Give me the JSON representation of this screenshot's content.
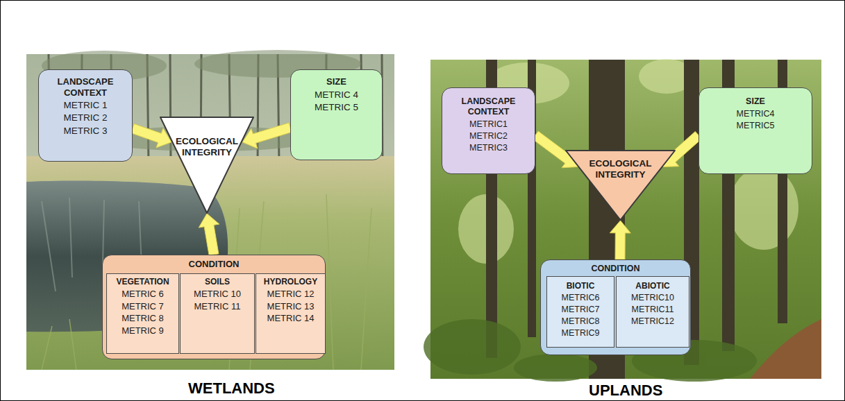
{
  "diagram": {
    "nodes": [
      {
        "text": [
          "LANDSCAPE CONTEXT",
          "METRIC 1",
          "METRIC 2",
          "METRIC 3"
        ]
      },
      {
        "text": [
          "ECOLOGICAL INTEGRITY"
        ]
      },
      {
        "text": [
          "SIZE",
          "METRIC 4",
          "METRIC 5"
        ]
      },
      {
        "text": [
          "CONDITION"
        ]
      },
      {
        "text": [
          "VEGETATION",
          "METRIC 6",
          "METRIC 7",
          "METRIC 8",
          "METRIC 9"
        ],
        "in": 3
      },
      {
        "text": [
          "SOILS",
          "METRIC 10",
          "METRIC 11"
        ],
        "in": 3
      },
      {
        "text": [
          "HYDROLOGY",
          "METRIC 12",
          "METRIC 13",
          "METRIC 14"
        ],
        "in": 3
      },
      {
        "text": [
          "LANDSCAPE CONTEXT",
          "METRIC1",
          "METRIC2",
          "METRIC3"
        ]
      },
      {
        "text": [
          "ECOLOGICAL INTEGRITY"
        ]
      },
      {
        "text": [
          "SIZE",
          "METRIC4",
          "METRIC5"
        ]
      },
      {
        "text": [
          "CONDITION"
        ]
      },
      {
        "text": [
          "BIOTIC",
          "METRIC6",
          "METRIC7",
          "METRIC8",
          "METRIC9"
        ],
        "in": 10
      },
      {
        "text": [
          "ABIOTIC",
          "METRIC10",
          "METRIC11",
          "METRIC12"
        ],
        "in": 10
      }
    ],
    "edges": [
      {
        "from": 0,
        "to": 1,
        "arrow": "to"
      },
      {
        "from": 2,
        "to": 1,
        "arrow": "to"
      },
      {
        "from": 3,
        "to": 1,
        "arrow": "to"
      },
      {
        "from": 7,
        "to": 8,
        "arrow": "to"
      },
      {
        "from": 9,
        "to": 8,
        "arrow": "to"
      },
      {
        "from": 10,
        "to": 8,
        "arrow": "to"
      }
    ],
    "labels": [
      "WETLANDS",
      "UPLANDS"
    ]
  }
}
